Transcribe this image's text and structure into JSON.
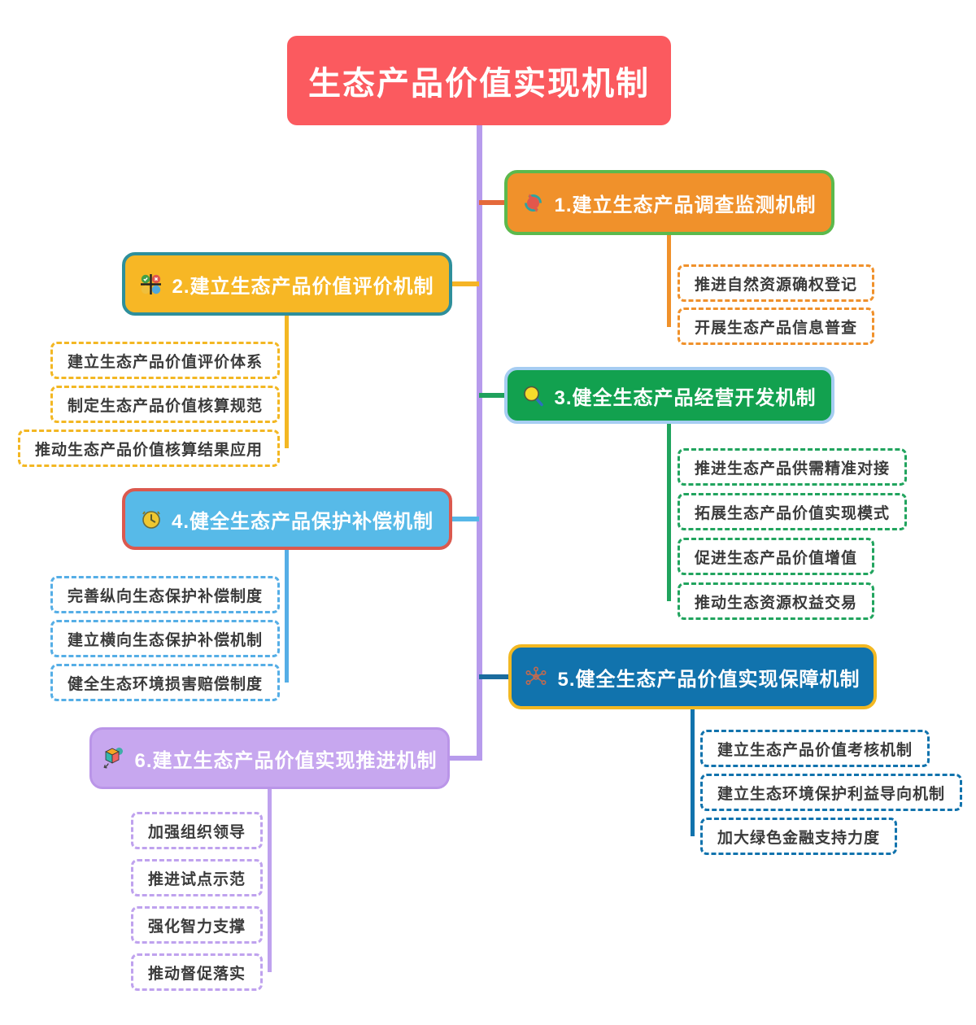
{
  "root": {
    "label": "生态产品价值实现机制",
    "fill": "#FB5A5F",
    "text_color": "#FFFFFF"
  },
  "trunk_color": "#B79BEC",
  "branches": [
    {
      "label": "1.建立生态产品调查监测机制",
      "icon": "sync-icon",
      "fill": "#F0912B",
      "border": "#5CB94C",
      "connector": "#E4693B",
      "child_border": "#F0912B",
      "children": [
        "推进自然资源确权登记",
        "开展生态产品信息普查"
      ]
    },
    {
      "label": "2.建立生态产品价值评价机制",
      "icon": "approval-grid-icon",
      "fill": "#F7B725",
      "border": "#2E8F9B",
      "connector": "#F5B425",
      "child_border": "#F3B723",
      "children": [
        "建立生态产品价值评价体系",
        "制定生态产品价值核算规范",
        "推动生态产品价值核算结果应用"
      ]
    },
    {
      "label": "3.健全生态产品经营开发机制",
      "icon": "magnifier-icon",
      "fill": "#12A14F",
      "border": "#A6CDF2",
      "connector": "#1FA15C",
      "child_border": "#21A45E",
      "children": [
        "推进生态产品供需精准对接",
        "拓展生态产品价值实现模式",
        "促进生态产品价值增值",
        "推动生态资源权益交易"
      ]
    },
    {
      "label": "4.健全生态产品保护补偿机制",
      "icon": "clock-icon",
      "fill": "#57BAE8",
      "border": "#DB594E",
      "connector": "#57B7E8",
      "child_border": "#55AEE6",
      "children": [
        "完善纵向生态保护补偿制度",
        "建立横向生态保护补偿机制",
        "健全生态环境损害赔偿制度"
      ]
    },
    {
      "label": "5.健全生态产品价值实现保障机制",
      "icon": "network-icon",
      "fill": "#1173AD",
      "border": "#F2B822",
      "connector": "#1B6C9E",
      "child_border": "#1173AD",
      "children": [
        "建立生态产品价值考核机制",
        "建立生态环境保护利益导向机制",
        "加大绿色金融支持力度"
      ]
    },
    {
      "label": "6.建立生态产品价值实现推进机制",
      "icon": "cube-icon",
      "fill": "#C7A7EF",
      "border": "#BA95E8",
      "connector": "#B79BEC",
      "child_border": "#BFA2EE",
      "children": [
        "加强组织领导",
        "推进试点示范",
        "强化智力支撑",
        "推动督促落实"
      ]
    }
  ]
}
